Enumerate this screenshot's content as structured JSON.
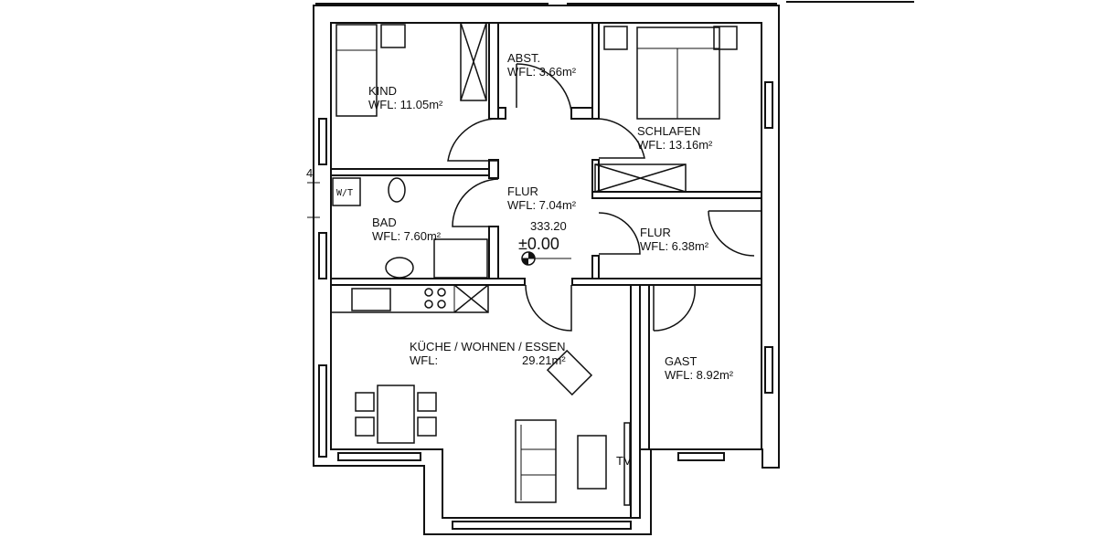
{
  "rooms": {
    "kind": {
      "name": "KIND",
      "area": "WFL: 11.05m²"
    },
    "abst": {
      "name": "ABST.",
      "area": "WFL: 3.66m²"
    },
    "schlafen": {
      "name": "SCHLAFEN",
      "area": "WFL: 13.16m²"
    },
    "flur1": {
      "name": "FLUR",
      "area": "WFL: 7.04m²"
    },
    "flur2": {
      "name": "FLUR",
      "area": "WFL: 6.38m²"
    },
    "bad": {
      "name": "BAD",
      "area": "WFL: 7.60m²"
    },
    "kwe": {
      "name": "KÜCHE / WOHNEN / ESSEN",
      "area_label": "WFL:",
      "area": "29.21m²"
    },
    "gast": {
      "name": "GAST",
      "area": "WFL: 8.92m²"
    }
  },
  "level": {
    "elevation": "333.20",
    "relative": "±0.00"
  },
  "labels": {
    "wt": "W/T",
    "tv": "TV",
    "axis": "4"
  }
}
